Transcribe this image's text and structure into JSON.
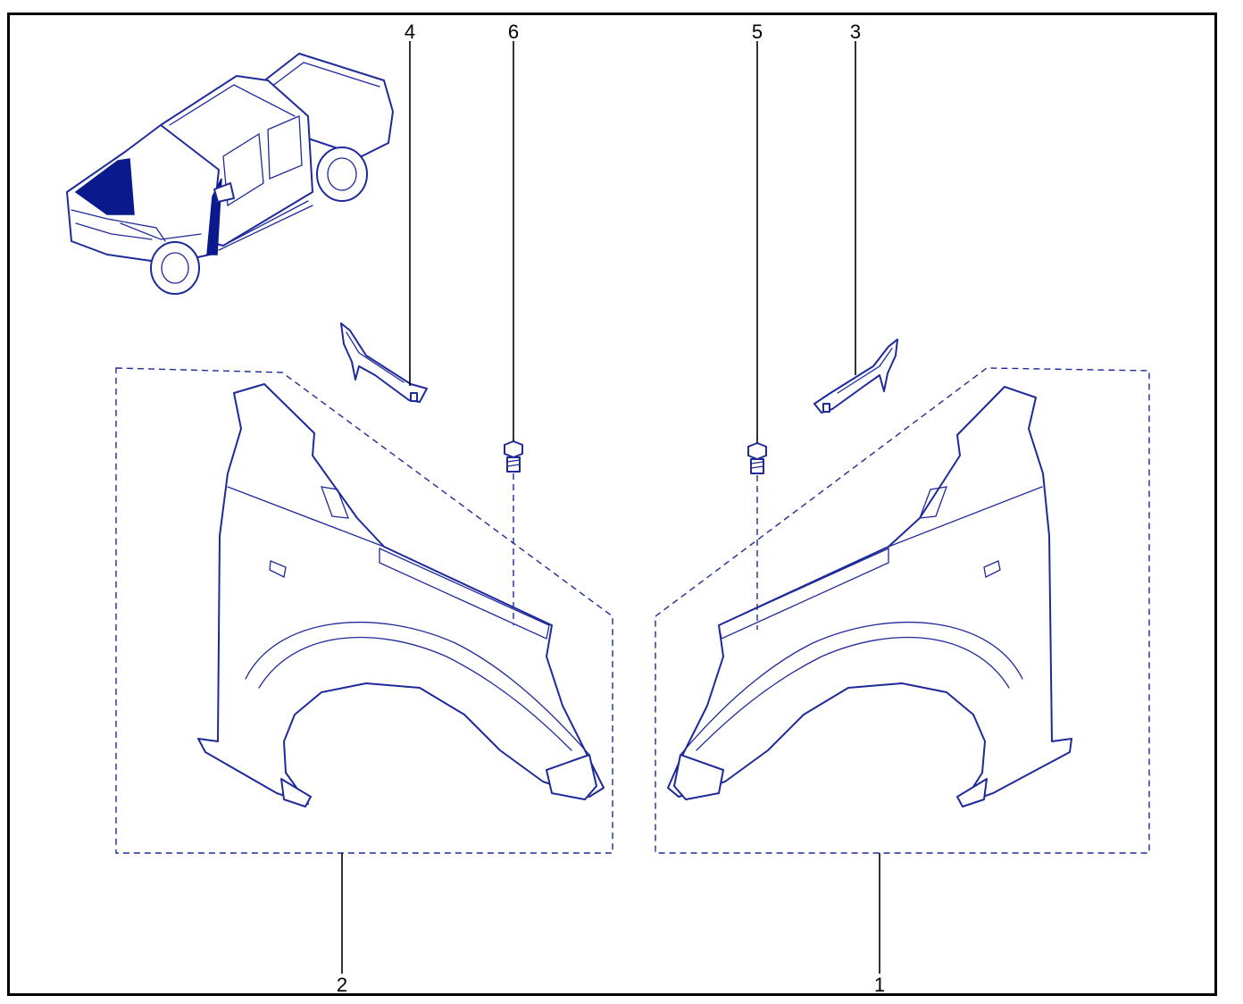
{
  "callouts": {
    "c1": "1",
    "c2": "2",
    "c3": "3",
    "c4": "4",
    "c5": "5",
    "c6": "6"
  },
  "colors": {
    "line": "#1e2a9a",
    "highlight": "#0a1a8c",
    "frame": "#000000"
  },
  "icons": {
    "vehicle": "pickup-truck-locator",
    "fender_left": "front-fender-left",
    "fender_right": "front-fender-right",
    "bracket_left": "fender-bracket-left",
    "bracket_right": "fender-bracket-right",
    "bolt": "hex-flange-bolt"
  }
}
